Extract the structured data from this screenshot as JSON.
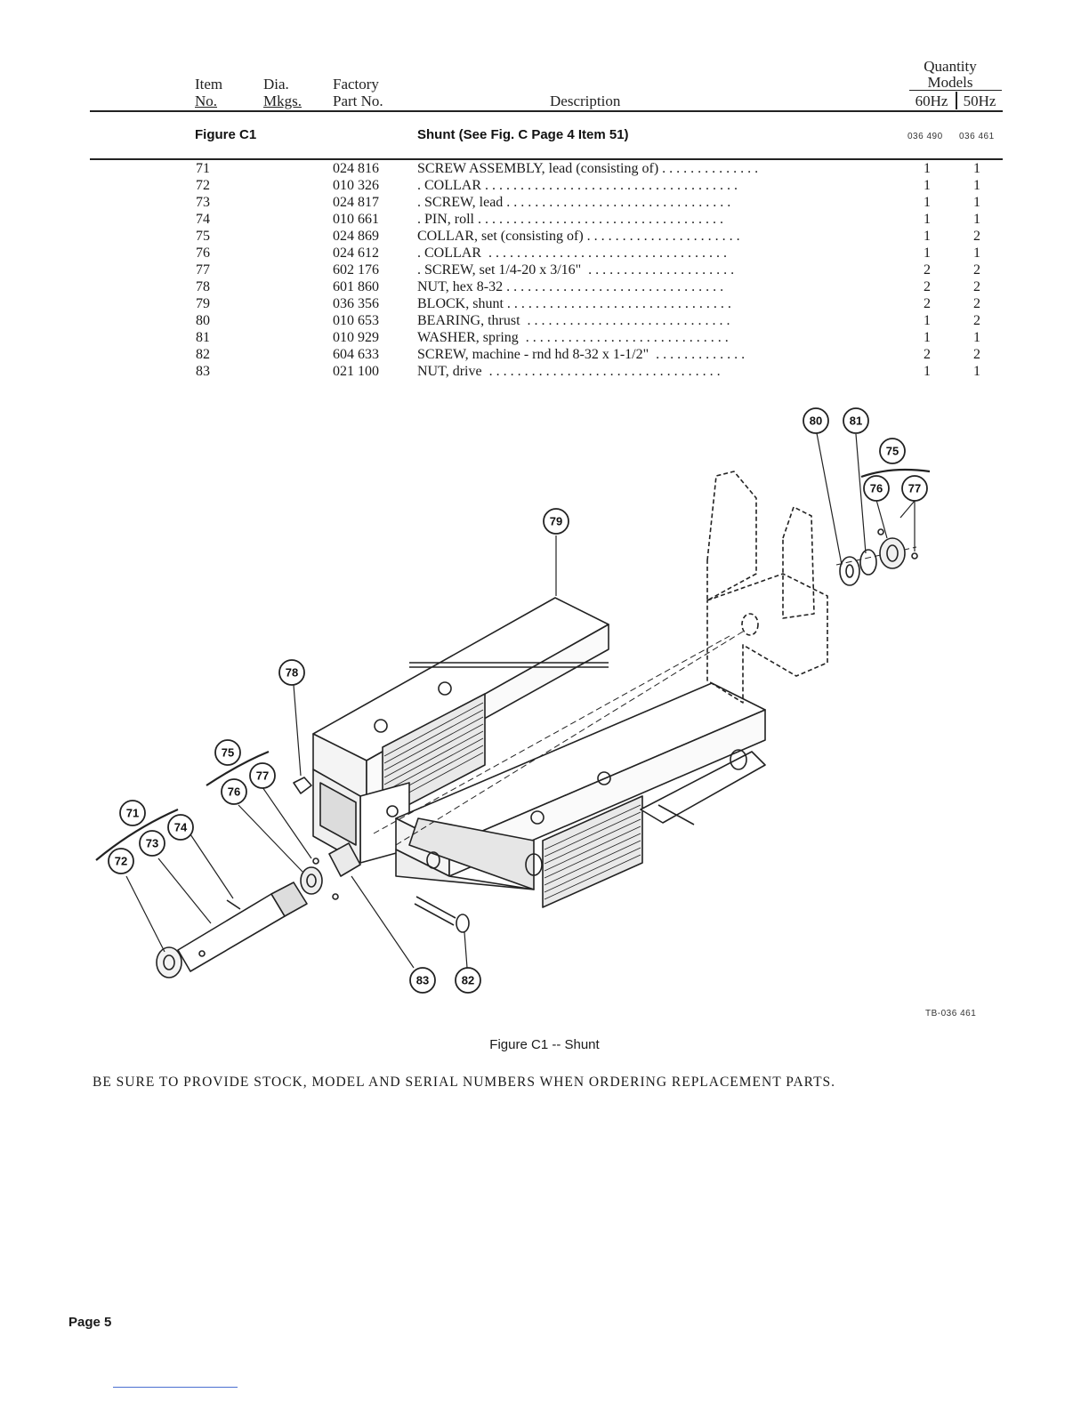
{
  "header": {
    "col_item_line1": "Item",
    "col_item_line2": "No.",
    "col_dia_line1": "Dia.",
    "col_dia_line2": "Mkgs.",
    "col_factory_line1": "Factory",
    "col_factory_line2": "Part No.",
    "col_description": "Description",
    "col_quantity": "Quantity",
    "col_models": "Models",
    "col_60hz": "60Hz",
    "col_50hz": "50Hz"
  },
  "section": {
    "figure": "Figure C1",
    "title": "Shunt (See Fig. C Page 4 Item 51)",
    "model_60": "036 490",
    "model_50": "036 461"
  },
  "items": [
    {
      "item": "71",
      "part": "024 816",
      "desc": "SCREW ASSEMBLY, lead (consisting of) . . . . . . . . . . . . . .",
      "q60": "1",
      "q50": "1"
    },
    {
      "item": "72",
      "part": "010 326",
      "desc": ". COLLAR . . . . . . . . . . . . . . . . . . . . . . . . . . . . . . . . . . . .",
      "q60": "1",
      "q50": "1"
    },
    {
      "item": "73",
      "part": "024 817",
      "desc": ". SCREW, lead . . . . . . . . . . . . . . . . . . . . . . . . . . . . . . . .",
      "q60": "1",
      "q50": "1"
    },
    {
      "item": "74",
      "part": "010 661",
      "desc": ". PIN, roll . . . . . . . . . . . . . . . . . . . . . . . . . . . . . . . . . . .",
      "q60": "1",
      "q50": "1"
    },
    {
      "item": "75",
      "part": "024 869",
      "desc": "COLLAR, set (consisting of) . . . . . . . . . . . . . . . . . . . . . .",
      "q60": "1",
      "q50": "2"
    },
    {
      "item": "76",
      "part": "024 612",
      "desc": ". COLLAR  . . . . . . . . . . . . . . . . . . . . . . . . . . . . . . . . . .",
      "q60": "1",
      "q50": "1"
    },
    {
      "item": "77",
      "part": "602 176",
      "desc": ". SCREW, set 1/4-20 x 3/16\"  . . . . . . . . . . . . . . . . . . . . .",
      "q60": "2",
      "q50": "2"
    },
    {
      "item": "78",
      "part": "601 860",
      "desc": "NUT, hex 8-32 . . . . . . . . . . . . . . . . . . . . . . . . . . . . . . .",
      "q60": "2",
      "q50": "2"
    },
    {
      "item": "79",
      "part": "036 356",
      "desc": "BLOCK, shunt . . . . . . . . . . . . . . . . . . . . . . . . . . . . . . . .",
      "q60": "2",
      "q50": "2"
    },
    {
      "item": "80",
      "part": "010 653",
      "desc": "BEARING, thrust  . . . . . . . . . . . . . . . . . . . . . . . . . . . . .",
      "q60": "1",
      "q50": "2"
    },
    {
      "item": "81",
      "part": "010 929",
      "desc": "WASHER, spring  . . . . . . . . . . . . . . . . . . . . . . . . . . . . .",
      "q60": "1",
      "q50": "1"
    },
    {
      "item": "82",
      "part": "604 633",
      "desc": "SCREW, machine - rnd hd 8-32 x 1-1/2\"  . . . . . . . . . . . . .",
      "q60": "2",
      "q50": "2"
    },
    {
      "item": "83",
      "part": "021 100",
      "desc": "NUT, drive  . . . . . . . . . . . . . . . . . . . . . . . . . . . . . . . . .",
      "q60": "1",
      "q50": "1"
    }
  ],
  "callouts": [
    "71",
    "72",
    "73",
    "74",
    "75",
    "76",
    "77",
    "78",
    "79",
    "80",
    "81",
    "75",
    "76",
    "77",
    "82",
    "83"
  ],
  "figure": {
    "drawing_id": "TB-036 461",
    "caption": "Figure C1 -- Shunt"
  },
  "notice": "BE SURE TO PROVIDE STOCK, MODEL AND SERIAL NUMBERS WHEN ORDERING REPLACEMENT PARTS.",
  "page": "Page 5"
}
